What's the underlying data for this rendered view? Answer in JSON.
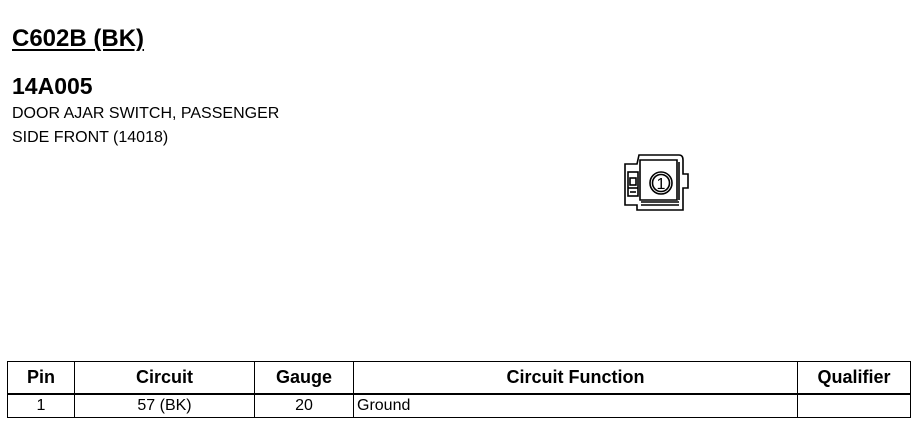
{
  "connector": {
    "id": "C602B (BK)",
    "part_number": "14A005",
    "description_line1": "DOOR AJAR SWITCH, PASSENGER",
    "description_line2": "SIDE FRONT (14018)",
    "figure_pin_label": "1"
  },
  "table": {
    "headers": {
      "pin": "Pin",
      "circuit": "Circuit",
      "gauge": "Gauge",
      "function": "Circuit Function",
      "qualifier": "Qualifier"
    },
    "rows": [
      {
        "pin": "1",
        "circuit": "57 (BK)",
        "gauge": "20",
        "function": "Ground",
        "qualifier": ""
      }
    ]
  }
}
